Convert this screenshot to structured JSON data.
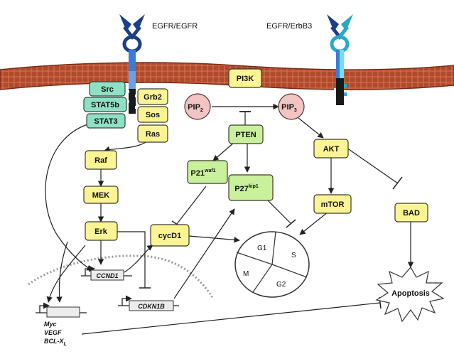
{
  "receptors": {
    "left": "EGFR/EGFR",
    "right": "EGFR/ErbB3"
  },
  "nodes": {
    "src": "Src",
    "stat5b": "STAT5b",
    "stat3": "STAT3",
    "grb2": "Grb2",
    "sos": "Sos",
    "ras": "Ras",
    "raf": "Raf",
    "mek": "MEK",
    "erk": "Erk",
    "pi3k": "PI3K",
    "pip2": "PIP",
    "pip2_sub": "2",
    "pip3": "PIP",
    "pip3_sub": "3",
    "pten": "PTEN",
    "p21": "P21",
    "p21_sup": "waf1",
    "p27": "P27",
    "p27_sup": "kip1",
    "akt": "AKT",
    "mtor": "mTOR",
    "bad": "BAD",
    "cycd1": "cycD1",
    "apoptosis": "Apoptosis"
  },
  "genes": {
    "ccnd1": "CCND1",
    "cdkn1b": "CDKN1B"
  },
  "targets": {
    "line1": "Myc",
    "line2": "VEGF",
    "line3": "BCL-X",
    "line3_sub": "L"
  },
  "cell_cycle": {
    "g1": "G1",
    "s": "S",
    "m": "M",
    "g2": "G2"
  }
}
